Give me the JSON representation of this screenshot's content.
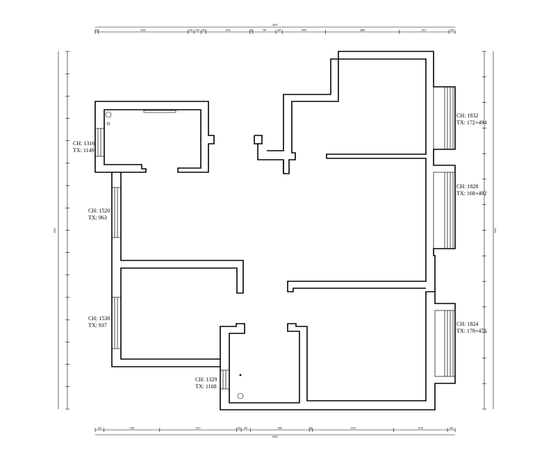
{
  "window_labels": [
    {
      "id": "ne",
      "ch": "CH: 1832",
      "tx": "TX: 172+494"
    },
    {
      "id": "e",
      "ch": "CH: 1828",
      "tx": "TX: 168+492"
    },
    {
      "id": "se",
      "ch": "CH: 1824",
      "tx": "TX: 178+476"
    },
    {
      "id": "nw",
      "ch": "CH: 1316",
      "tx": "TX: 1149"
    },
    {
      "id": "w1",
      "ch": "CH: 1520",
      "tx": "TX: 963"
    },
    {
      "id": "w2",
      "ch": "CH: 1530",
      "tx": "TX: 937"
    },
    {
      "id": "s",
      "ch": "CH: 1329",
      "tx": "TX: 1168"
    }
  ],
  "dimensions": {
    "top_total": "8620",
    "top_segments": [
      "100",
      "2903",
      "200",
      "229",
      "160",
      "1425",
      "95",
      "750",
      "204",
      "1405",
      "2386",
      "1617",
      "200"
    ],
    "bottom_total": "10810",
    "bottom_segments": [
      "230",
      "1465",
      "2017",
      "125",
      "240",
      "1550",
      "85",
      "2130",
      "1418",
      "200"
    ],
    "left_total": "9310",
    "right_total": "9410"
  }
}
